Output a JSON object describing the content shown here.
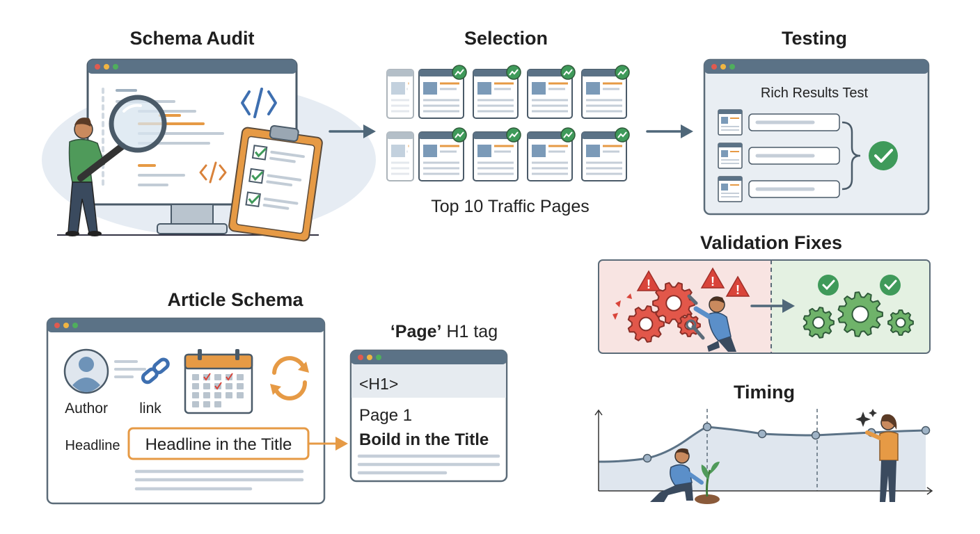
{
  "sections": {
    "schema_audit": {
      "title": "Schema Audit"
    },
    "selection": {
      "title": "Selection",
      "caption": "Top 10 Traffic Pages"
    },
    "testing": {
      "title": "Testing",
      "window_title": "Rich Results Test"
    },
    "validation": {
      "title": "Validation Fixes"
    },
    "article": {
      "title": "Article Schema",
      "author": "Author",
      "link": "link",
      "headline_label": "Headline",
      "headline_value": "Headline in the Title"
    },
    "h1": {
      "title_bold": "‘Page’",
      "title_rest": " H1 tag",
      "tag": "<H1>",
      "line1": "Page 1",
      "line2": "Boild in the Title"
    },
    "timing": {
      "title": "Timing"
    }
  },
  "colors": {
    "window_bar": "#5b7286",
    "window_body": "#eef2f6",
    "accent_orange": "#e69a45",
    "accent_green": "#3f9a5a",
    "arrow": "#4f6779",
    "error_red": "#d9443a",
    "line_gray": "#c5ced8"
  },
  "icons": [
    "magnifier-icon",
    "code-icon",
    "clipboard-icon",
    "trend-up-icon",
    "check-circle-icon",
    "avatar-icon",
    "link-icon",
    "calendar-icon",
    "refresh-icon",
    "warning-icon",
    "gear-icon",
    "wrench-icon",
    "sprout-icon",
    "sparkle-icon"
  ]
}
